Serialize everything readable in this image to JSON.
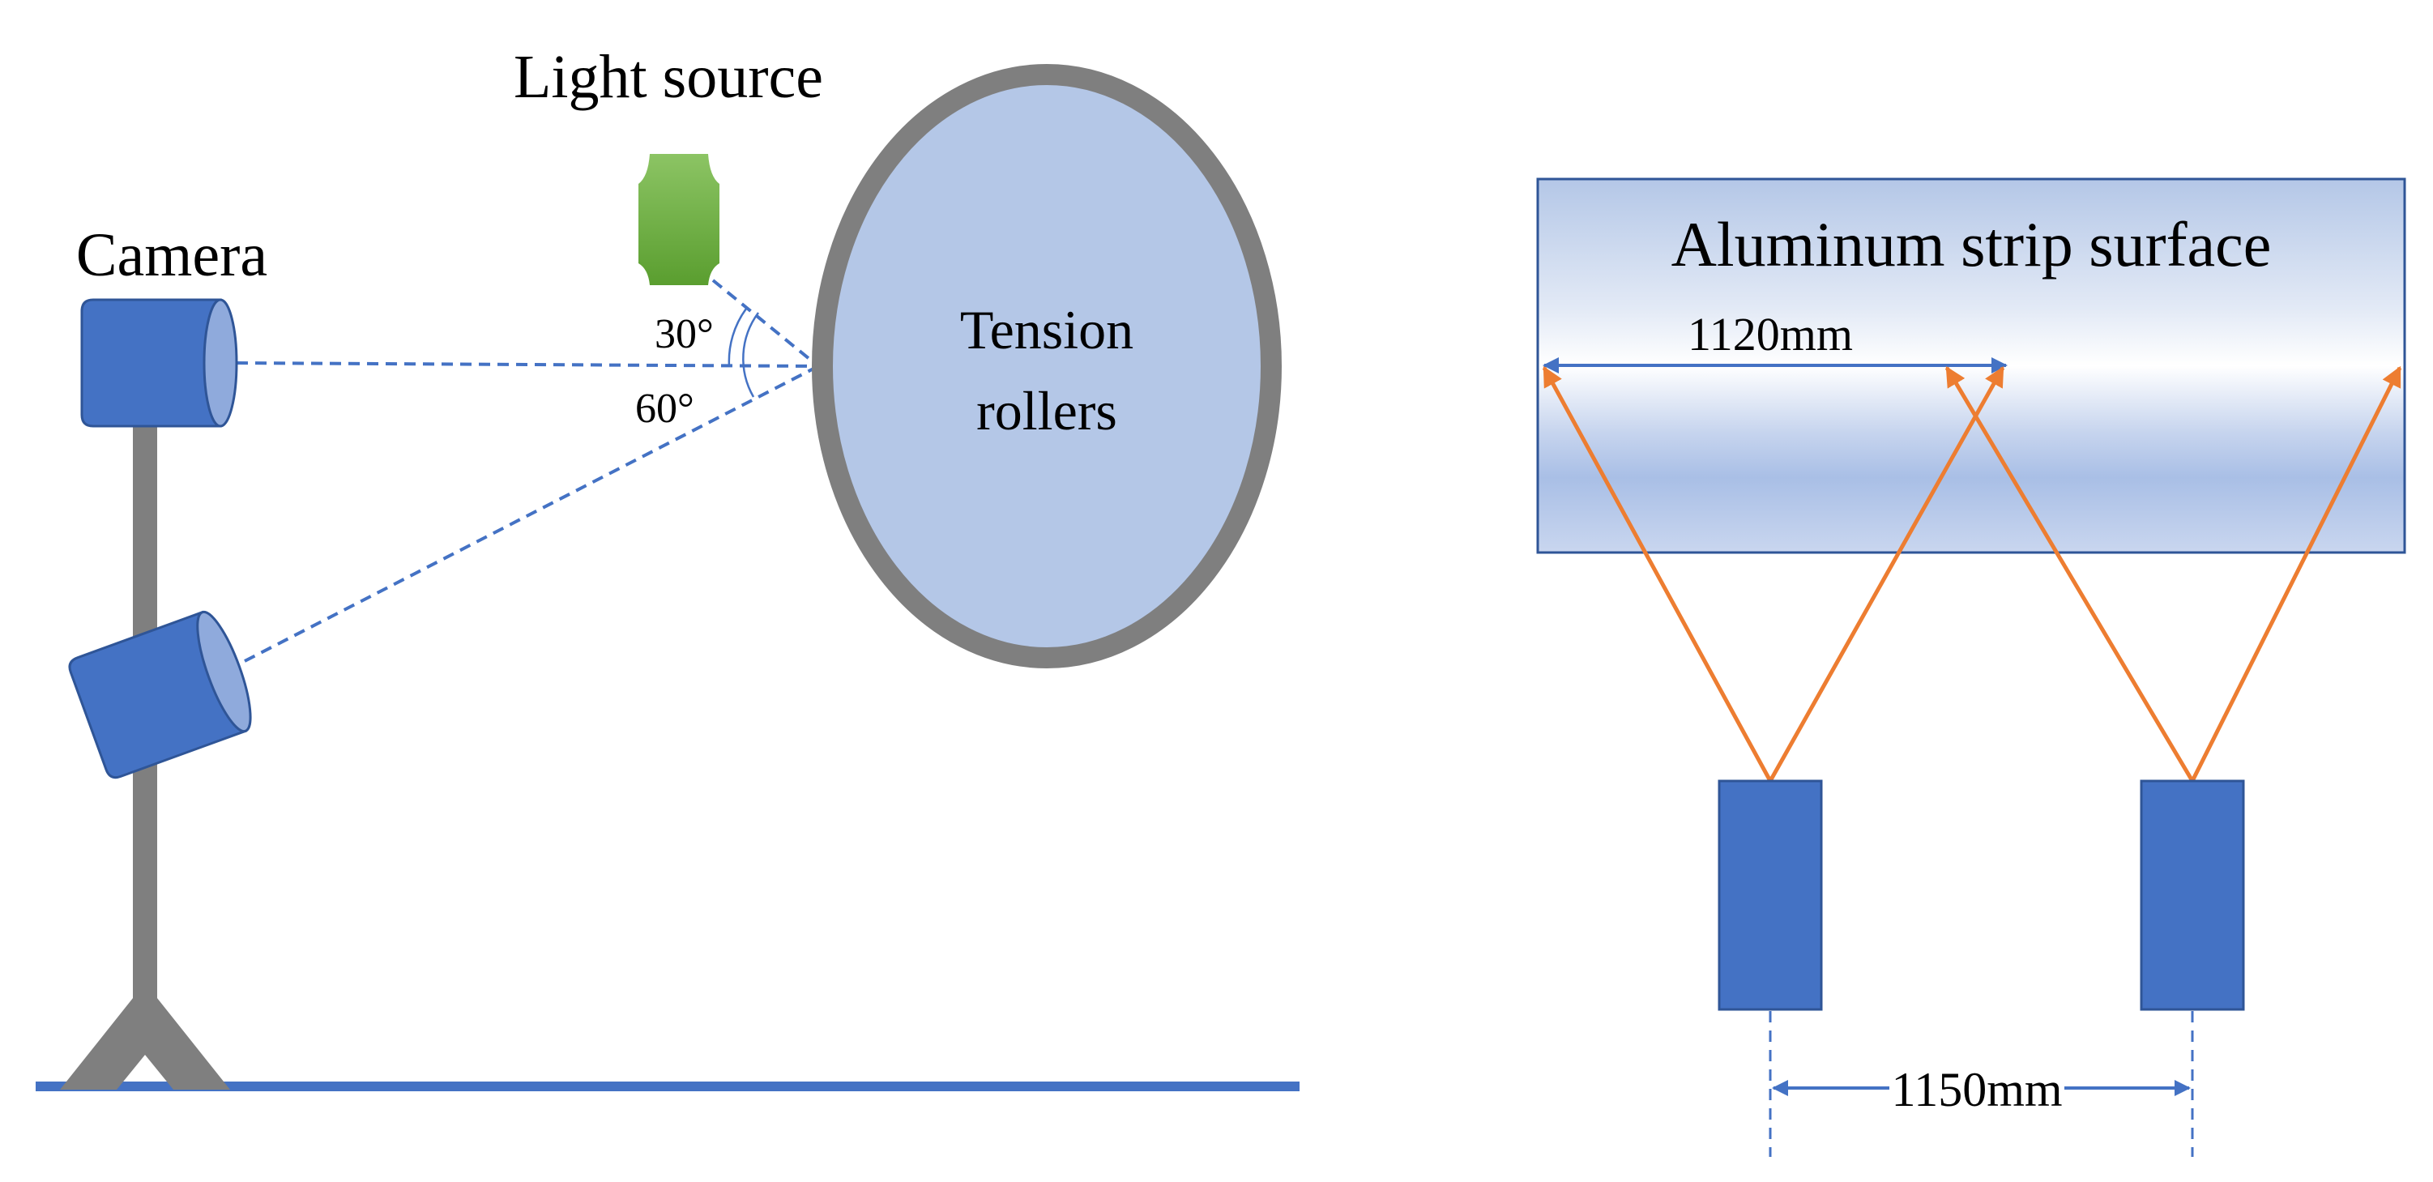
{
  "left_panel": {
    "camera_label": "Camera",
    "light_label": "Light source",
    "roller_label_line1": "Tension",
    "roller_label_line2": "rollers",
    "angle_upper": "30°",
    "angle_lower": "60°"
  },
  "right_panel": {
    "strip_label": "Aluminum strip surface",
    "width_label": "1120mm",
    "spacing_label": "1150mm"
  },
  "colors": {
    "camera_blue": "#4472C4",
    "camera_lens": "#8FAADC",
    "stand_gray": "#7F7F7F",
    "roller_fill": "#B4C7E7",
    "roller_rim": "#7F7F7F",
    "light_green": "#70AD47",
    "ray_orange": "#ED7D31",
    "dash_blue": "#4472C4",
    "floor_blue": "#4472C4"
  }
}
